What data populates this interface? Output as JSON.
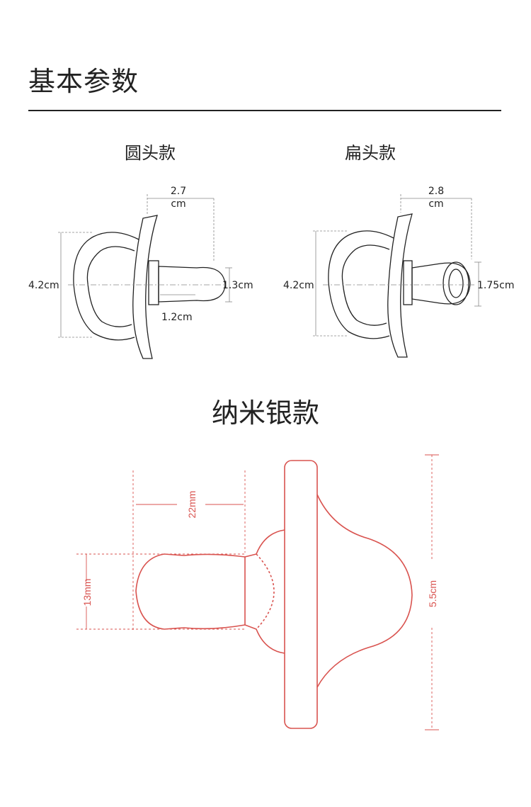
{
  "page": {
    "title": "基本参数"
  },
  "models": {
    "round": {
      "label": "圆头款",
      "dims": {
        "length_value": "2.7",
        "length_unit": "cm",
        "height": "4.2cm",
        "tip": "1.3cm",
        "neck": "1.2cm"
      }
    },
    "flat": {
      "label": "扁头款",
      "dims": {
        "length_value": "2.8",
        "length_unit": "cm",
        "height": "4.2cm",
        "tip": "1.75cm"
      }
    },
    "nano": {
      "label": "纳米银款",
      "dims": {
        "length": "22mm",
        "width": "13mm",
        "height": "5.5cm"
      }
    }
  },
  "colors": {
    "line": "#222222",
    "dim": "#888888",
    "nano": "#d9534f"
  }
}
